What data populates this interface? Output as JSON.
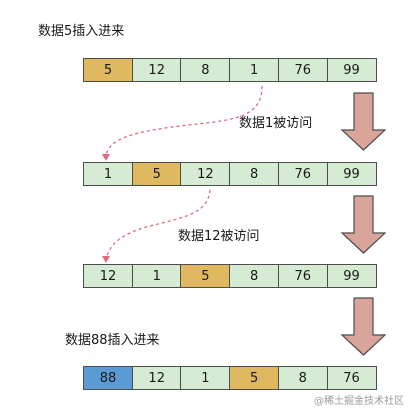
{
  "captions": {
    "insert_5": "数据5插入进来",
    "visit_1": "数据1被访问",
    "visit_12": "数据12被访问",
    "insert_88": "数据88插入进来"
  },
  "rows": [
    [
      {
        "v": "5",
        "c": "gold"
      },
      {
        "v": "12",
        "c": "green"
      },
      {
        "v": "8",
        "c": "green"
      },
      {
        "v": "1",
        "c": "green"
      },
      {
        "v": "76",
        "c": "green"
      },
      {
        "v": "99",
        "c": "green"
      }
    ],
    [
      {
        "v": "1",
        "c": "green"
      },
      {
        "v": "5",
        "c": "gold"
      },
      {
        "v": "12",
        "c": "green"
      },
      {
        "v": "8",
        "c": "green"
      },
      {
        "v": "76",
        "c": "green"
      },
      {
        "v": "99",
        "c": "green"
      }
    ],
    [
      {
        "v": "12",
        "c": "green"
      },
      {
        "v": "1",
        "c": "green"
      },
      {
        "v": "5",
        "c": "gold"
      },
      {
        "v": "8",
        "c": "green"
      },
      {
        "v": "76",
        "c": "green"
      },
      {
        "v": "99",
        "c": "green"
      }
    ],
    [
      {
        "v": "88",
        "c": "blue"
      },
      {
        "v": "12",
        "c": "green"
      },
      {
        "v": "1",
        "c": "green"
      },
      {
        "v": "5",
        "c": "gold"
      },
      {
        "v": "8",
        "c": "green"
      },
      {
        "v": "76",
        "c": "green"
      }
    ]
  ],
  "colors": {
    "green": "#d6ebd3",
    "gold": "#e0b85f",
    "blue": "#5b9bd5",
    "arrow": "#d9a59a",
    "dashed": "#e06a7a"
  },
  "watermark": "@稀土掘金技术社区"
}
